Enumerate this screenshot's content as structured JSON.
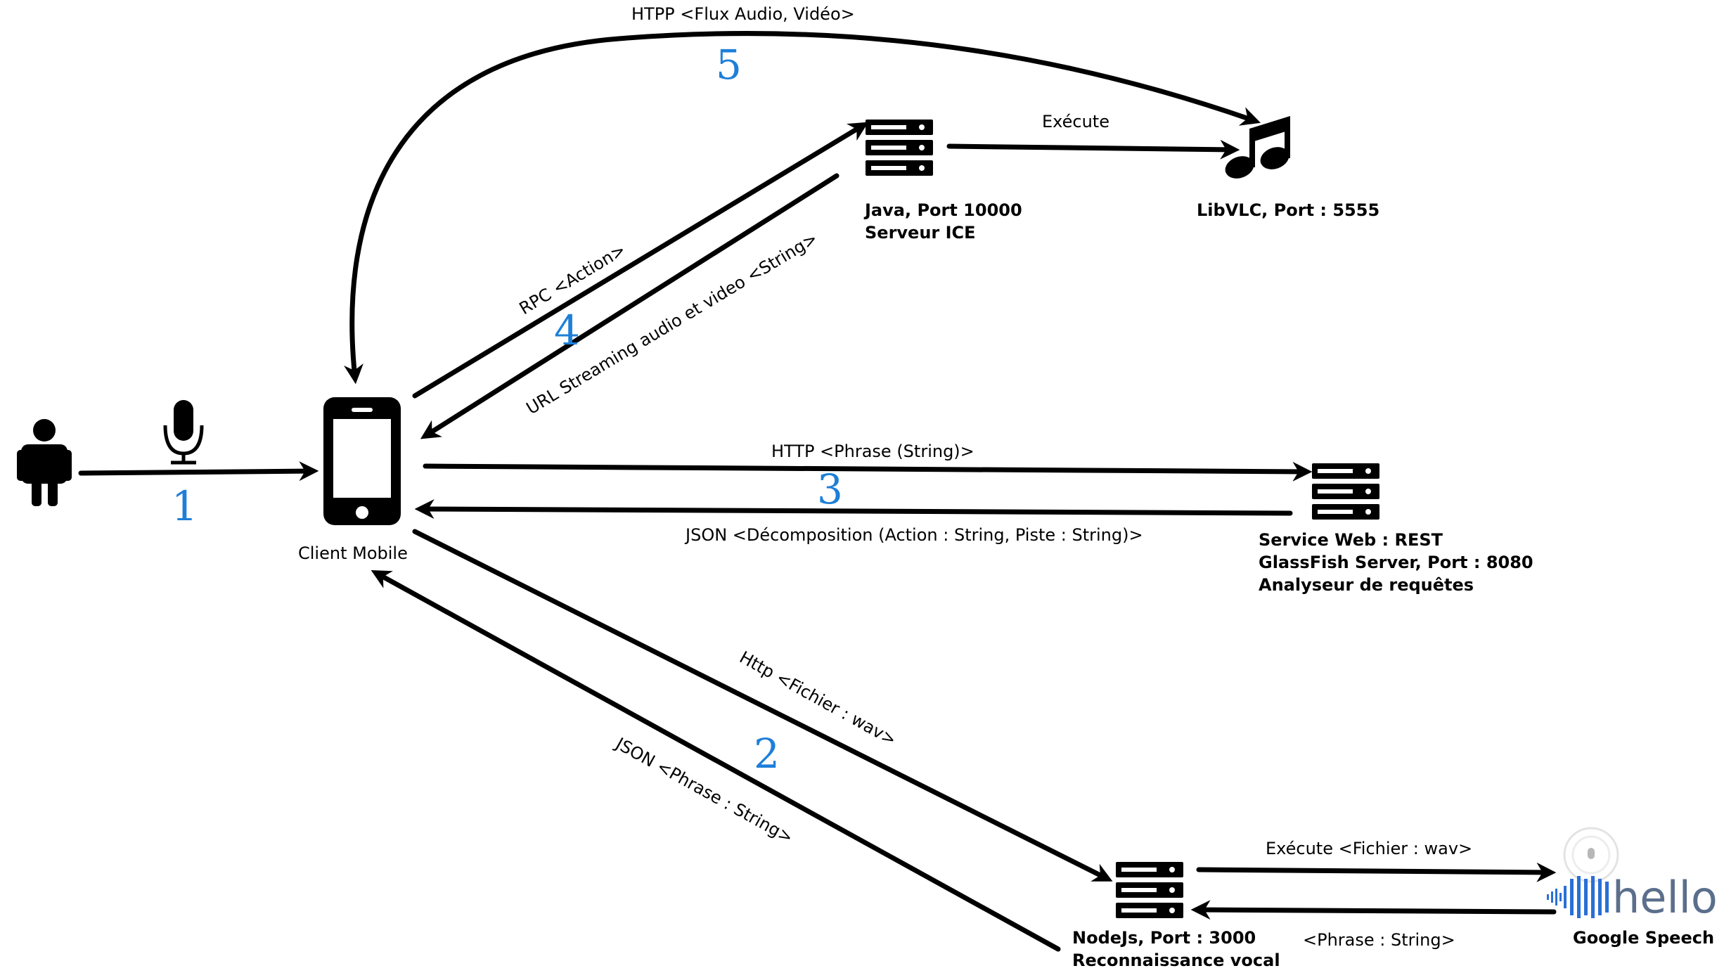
{
  "nodes": {
    "client": {
      "label": "Client Mobile"
    },
    "java_server": {
      "line1": "Java, Port 10000",
      "line2": "Serveur ICE"
    },
    "libvlc": {
      "label": "LibVLC, Port : 5555"
    },
    "web_service": {
      "line1": "Service Web : REST",
      "line2": "GlassFish Server, Port : 8080",
      "line3": "Analyseur de requêtes"
    },
    "nodejs": {
      "line1": "NodeJs, Port : 3000",
      "line2": "Reconnaissance vocal"
    },
    "google_speech": {
      "label": "Google Speech",
      "logo_text": "hello"
    }
  },
  "edges": {
    "http_stream": "HTPP <Flux Audio, Vidéo>",
    "execute_vlc": "Exécute",
    "rpc_action": "RPC <Action>",
    "url_streaming": "URL Streaming audio et video <String>",
    "http_phrase": "HTTP <Phrase (String)>",
    "json_decomposition": "JSON <Décomposition (Action : String, Piste : String)>",
    "http_fichier": "Http <Fichier : wav>",
    "json_phrase": "JSON <Phrase : String>",
    "execute_fichier": "Exécute <Fichier : wav>",
    "phrase_string": "<Phrase : String>"
  },
  "steps": {
    "s1": "1",
    "s2": "2",
    "s3": "3",
    "s4": "4",
    "s5": "5"
  },
  "colors": {
    "line": "#000000",
    "step_number": "#1e7fd8",
    "hello_logo": "#5b6f8c",
    "logo_bars": "#2a6fd6"
  }
}
